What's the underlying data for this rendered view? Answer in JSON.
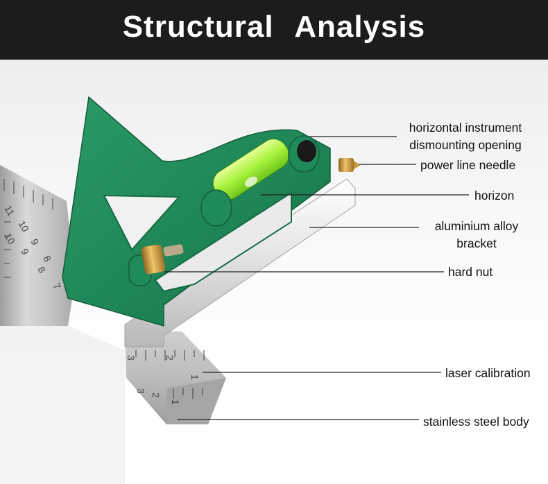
{
  "header": {
    "title": "Structural  Analysis"
  },
  "colors": {
    "header_bg": "#1c1c1c",
    "body_green": "#1f8a5a",
    "level_vial": "#a6f23a",
    "brass": "#d8a64a",
    "steel": "#bdbdbd"
  },
  "labels": {
    "instrument_opening": [
      "horizontal instrument",
      "dismounting opening"
    ],
    "power_line_needle": "power line needle",
    "horizon": "horizon",
    "aluminium_bracket": [
      "aluminium alloy",
      "bracket"
    ],
    "hard_nut": "hard nut",
    "laser_calibration": "laser calibration",
    "stainless_body": "stainless steel body"
  },
  "ruler": {
    "vertical_numbers": [
      "11",
      "10",
      "9",
      "8",
      "7"
    ],
    "vertical_inner_numbers": [
      "10",
      "9",
      "8"
    ],
    "horizontal_numbers": [
      "3",
      "2",
      "1"
    ],
    "horizontal_inner_numbers": [
      "3",
      "2",
      "1"
    ]
  }
}
